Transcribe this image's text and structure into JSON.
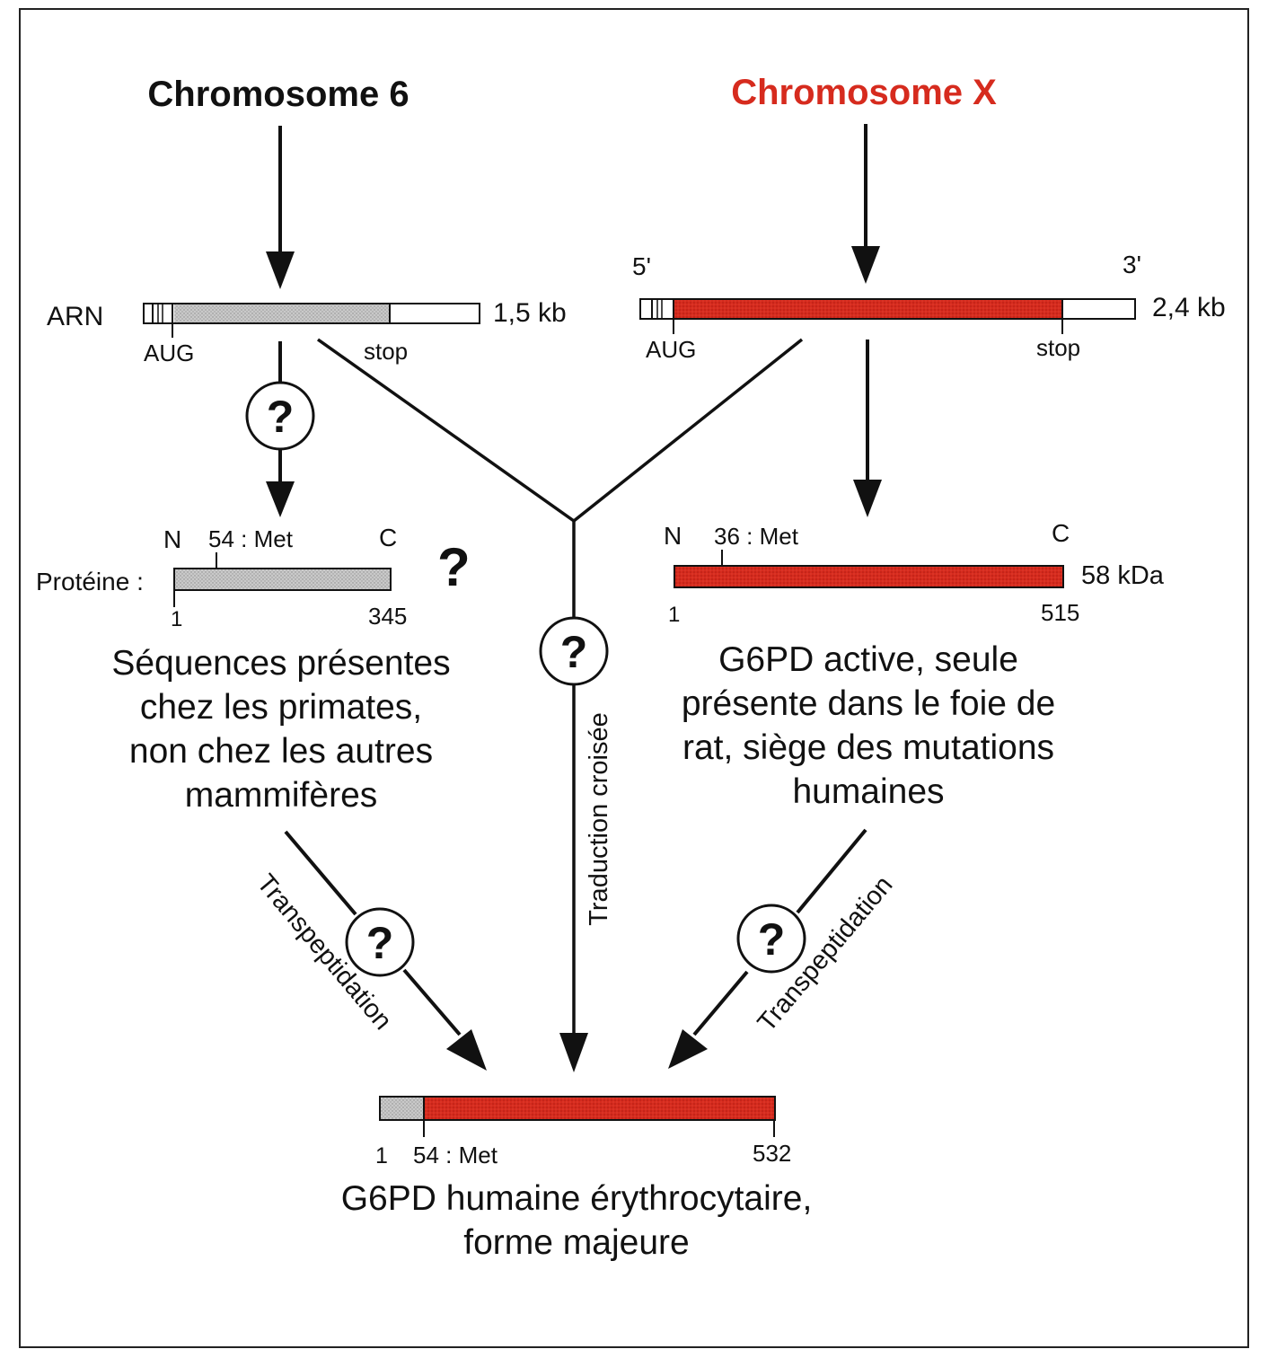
{
  "colors": {
    "black": "#111111",
    "red": "#d62b1e",
    "gray": "#c9c9c9",
    "white": "#ffffff"
  },
  "left": {
    "title": "Chromosome 6",
    "rna": {
      "label": "ARN",
      "size": "1,5 kb",
      "start_label": "AUG",
      "stop_label": "stop"
    },
    "protein": {
      "label": "Protéine :",
      "n_label": "N",
      "c_label": "C",
      "met_label": "54 : Met",
      "start_num": "1",
      "end_num": "345",
      "unknown_mark": "?"
    },
    "description": [
      "Séquences présentes",
      "chez les primates,",
      "non chez les autres",
      "mammifères"
    ]
  },
  "right": {
    "title": "Chromosome X",
    "rna": {
      "five_prime": "5'",
      "three_prime": "3'",
      "size": "2,4 kb",
      "start_label": "AUG",
      "stop_label": "stop"
    },
    "protein": {
      "n_label": "N",
      "c_label": "C",
      "met_label": "36 : Met",
      "mass": "58 kDa",
      "start_num": "1",
      "end_num": "515"
    },
    "description": [
      "G6PD active, seule",
      "présente dans le foie de",
      "rat, siège des mutations",
      "humaines"
    ]
  },
  "center": {
    "mechanism_label": "Traduction croisée",
    "question_mark": "?"
  },
  "transpeptidation": {
    "left_label": "Transpeptidation",
    "right_label": "Transpeptidation",
    "question_mark": "?"
  },
  "result": {
    "start_num": "1",
    "met_label": "54 : Met",
    "end_num": "532",
    "description": [
      "G6PD humaine érythrocytaire,",
      "forme majeure"
    ]
  }
}
